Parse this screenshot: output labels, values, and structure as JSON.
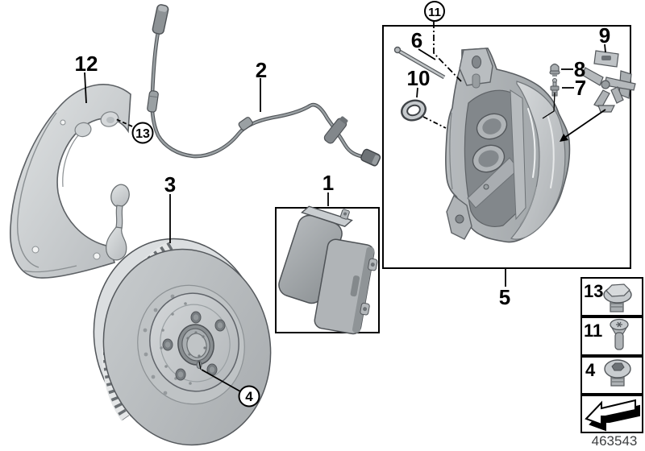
{
  "doc_number": "463543",
  "callouts": {
    "n1": "1",
    "n2": "2",
    "n3": "3",
    "n4": "4",
    "n5": "5",
    "n6": "6",
    "n7": "7",
    "n8": "8",
    "n9": "9",
    "n10": "10",
    "n11": "11",
    "n12": "12",
    "n13": "13"
  },
  "legend": {
    "rows": [
      {
        "label": "13",
        "icon": "hex-flange-bolt"
      },
      {
        "label": "11",
        "icon": "torx-pan-screw"
      },
      {
        "label": "4",
        "icon": "hex-socket-plug"
      },
      {
        "label": "",
        "icon": "direction-arrow"
      }
    ]
  },
  "colors": {
    "line": "#000000",
    "background": "#ffffff",
    "part_light": "#d6d9db",
    "part_mid": "#b0b4b7",
    "part_dark": "#7c8184",
    "doc_text": "#3c3e40"
  }
}
